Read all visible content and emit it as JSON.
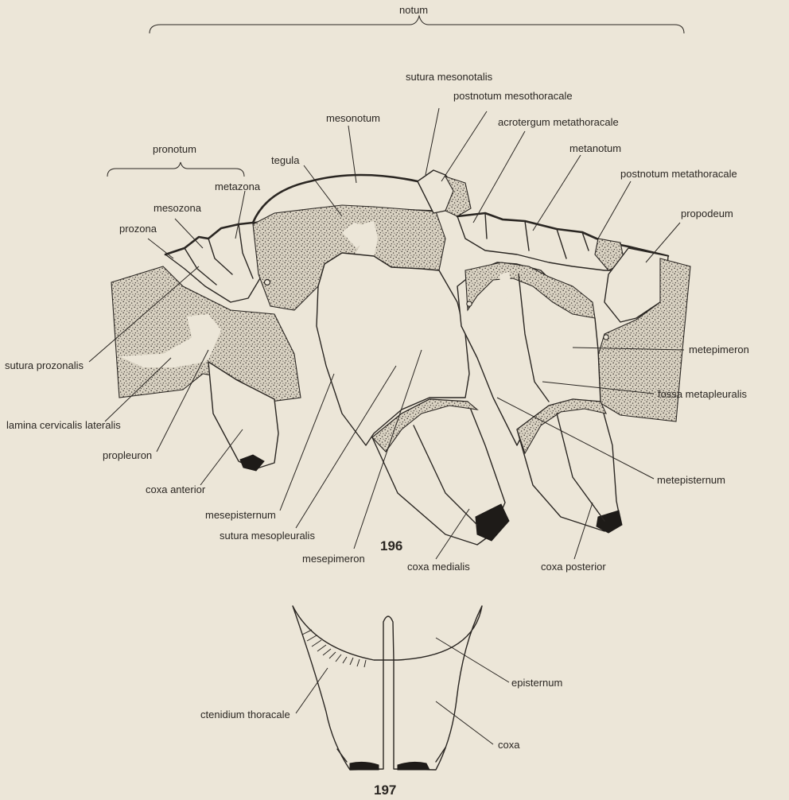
{
  "figures": {
    "fig196": {
      "number": "196",
      "labels": {
        "notum": "notum",
        "pronotum": "pronotum",
        "metazona": "metazona",
        "mesozona": "mesozona",
        "prozona": "prozona",
        "tegula": "tegula",
        "mesonotum": "mesonotum",
        "sutura_mesonotalis": "sutura mesonotalis",
        "postnotum_mesothoracale": "postnotum mesothoracale",
        "acrotergum_metathoracale": "acrotergum metathoracale",
        "metanotum": "metanotum",
        "postnotum_metathoracale": "postnotum metathoracale",
        "propodeum": "propodeum",
        "sutura_prozonalis": "sutura prozonalis",
        "lamina_cervicalis_lateralis": "lamina cervicalis lateralis",
        "propleuron": "propleuron",
        "coxa_anterior": "coxa anterior",
        "mesepisternum": "mesepisternum",
        "sutura_mesopleuralis": "sutura mesopleuralis",
        "mesepimeron": "mesepimeron",
        "coxa_medialis": "coxa medialis",
        "coxa_posterior": "coxa posterior",
        "metepimeron": "metepimeron",
        "fossa_metapleuralis": "fossa metapleuralis",
        "metepisternum": "metepisternum"
      }
    },
    "fig197": {
      "number": "197",
      "labels": {
        "episternum": "episternum",
        "ctenidium_thoracale": "ctenidium thoracale",
        "coxa": "coxa"
      }
    }
  },
  "colors": {
    "paper": "#ece6d8",
    "ink": "#2a2622"
  }
}
